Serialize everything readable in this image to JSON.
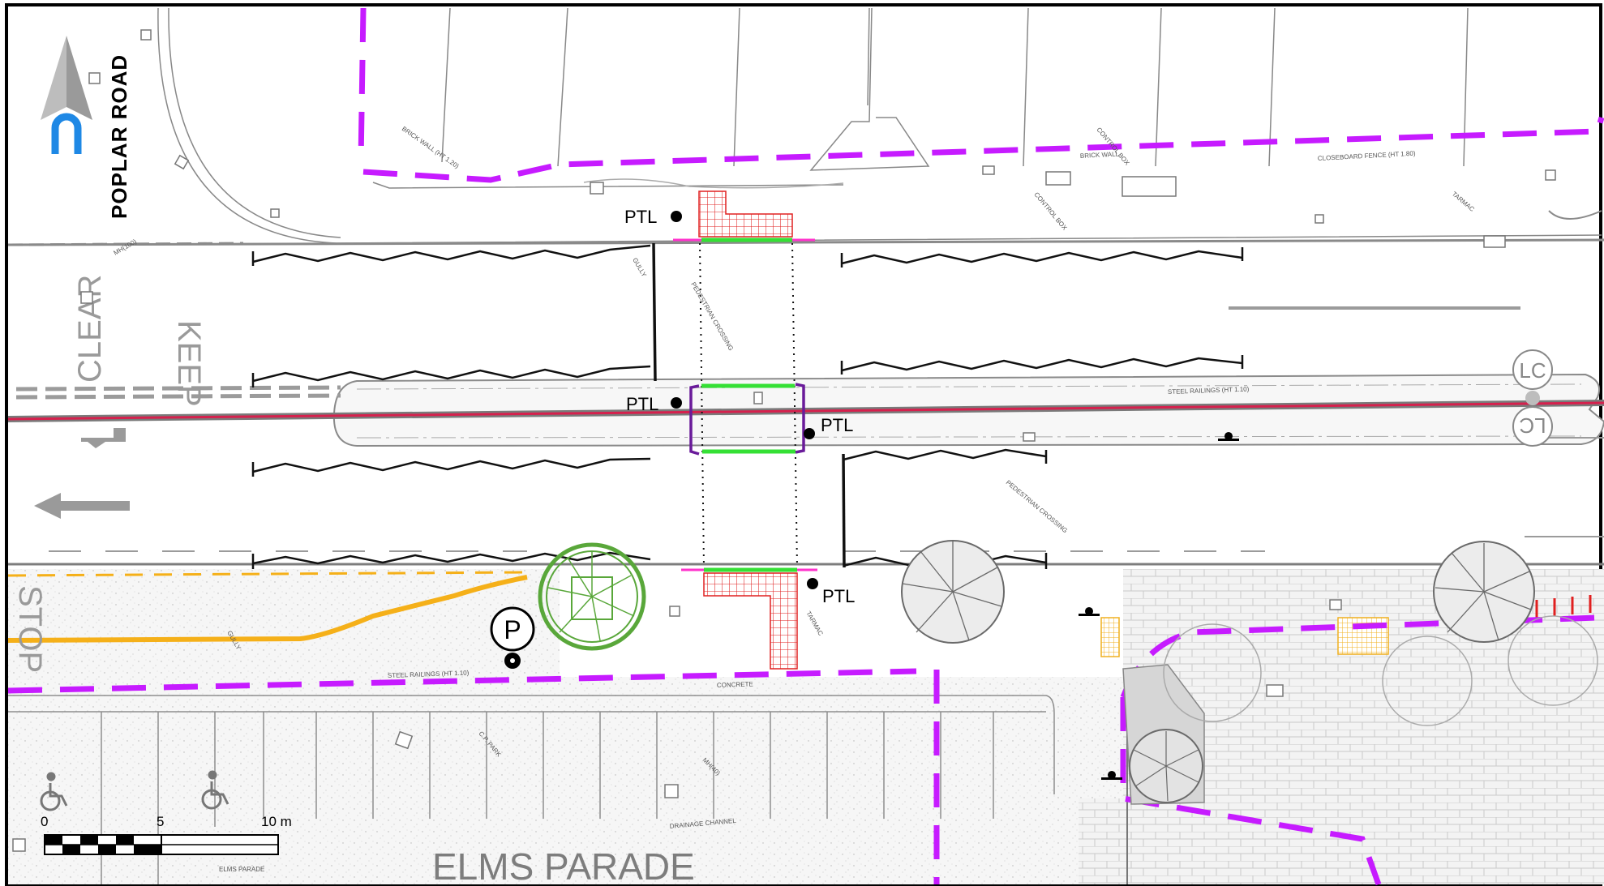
{
  "map": {
    "road_name": "POPLAR ROAD",
    "street_name": "ELMS PARADE",
    "road_markings": {
      "keep": "KEEP",
      "clear": "CLEAR",
      "stop": "STOP"
    },
    "ptl_labels": [
      "PTL",
      "PTL",
      "PTL",
      "PTL"
    ],
    "lighting_column_labels": [
      "LC",
      "LC"
    ],
    "parking_symbol": "P",
    "scale_bar": {
      "labels": [
        "0",
        "5",
        "10 m"
      ],
      "range_m": [
        0,
        10
      ]
    },
    "survey_notes": [
      "PEDESTRIAN CROSSING",
      "PEDESTRIAN CROSSING",
      "STEEL RAILINGS (HT 1.10)",
      "STEEL RAILINGS (HT 1.10)",
      "CLOSEBOARD FENCE (HT 1.80)",
      "BRICK WALL",
      "BRICK WALL (HT 1.20)",
      "CONTROL BOX",
      "CONTROL BOX",
      "GULLY",
      "GULLY",
      "CONCRETE",
      "TARMAC",
      "TARMAC",
      "DRAINAGE CHANNEL",
      "C.P. PARK",
      "MH(100)",
      "MH(40)",
      "ELMS PARADE"
    ],
    "colors": {
      "boundary_magenta": "#c61bff",
      "centre_line_red": "#d6204d",
      "crossing_green": "#35e035",
      "tactile_red": "#e02020",
      "tactile_yellow": "#f0b020",
      "kerb_orange": "#f5b019",
      "north_arrow_blue": "#1e88e5",
      "tree_green": "#59a73a",
      "hatch_grey": "#8a8a8a"
    },
    "icons": [
      "north-arrow-icon",
      "wheelchair-icon",
      "tree-icon",
      "street-light-icon",
      "parking-sign-icon",
      "bollard-icon"
    ]
  }
}
